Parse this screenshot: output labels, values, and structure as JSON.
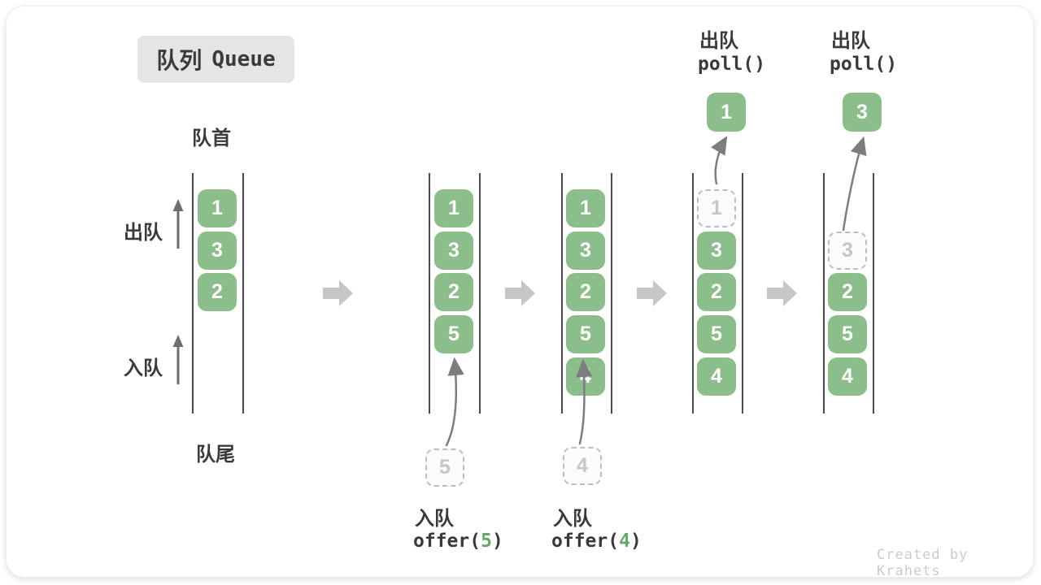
{
  "title": {
    "zh": "队列",
    "en": "Queue"
  },
  "labels": {
    "front": "队首",
    "rear": "队尾",
    "dequeue": "出队",
    "enqueue": "入队"
  },
  "watermark": "Created by Krahets",
  "colors": {
    "box_green": "#8CBE8C",
    "code_green": "#69A868",
    "dashed_border": "#BDBDBD",
    "stage_arrow_gray": "#C6C6C6",
    "wall_line": "#4A4A4A"
  },
  "stages": [
    {
      "slots": [
        "1",
        "3",
        "2"
      ]
    },
    {
      "slots": [
        "1",
        "3",
        "2",
        "5"
      ],
      "incoming": "5",
      "action": "入队",
      "fn_open": "offer(",
      "arg": "5",
      "fn_close": ")"
    },
    {
      "slots": [
        "1",
        "3",
        "2",
        "5",
        "4"
      ],
      "incoming": "4",
      "action": "入队",
      "fn_open": "offer(",
      "arg": "4",
      "fn_close": ")"
    },
    {
      "removed": "1",
      "slots": [
        "3",
        "2",
        "5",
        "4"
      ],
      "out": "1",
      "action": "出队",
      "fn": "poll()"
    },
    {
      "removed": "3",
      "slots": [
        "2",
        "5",
        "4"
      ],
      "out": "3",
      "action": "出队",
      "fn": "poll()"
    }
  ]
}
